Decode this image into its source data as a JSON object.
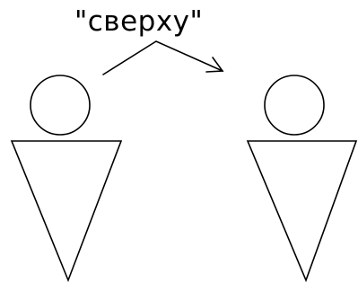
{
  "diagram": {
    "label": "\"сверху\"",
    "colors": {
      "line": "#000000",
      "background": "#ffffff"
    },
    "figures": [
      {
        "name": "left-figure",
        "parts": [
          "circle-head",
          "inverted-triangle-body"
        ]
      },
      {
        "name": "right-figure",
        "parts": [
          "circle-head",
          "inverted-triangle-body"
        ]
      }
    ],
    "connector": {
      "type": "arrow",
      "from": "left-figure",
      "to": "right-figure"
    }
  }
}
